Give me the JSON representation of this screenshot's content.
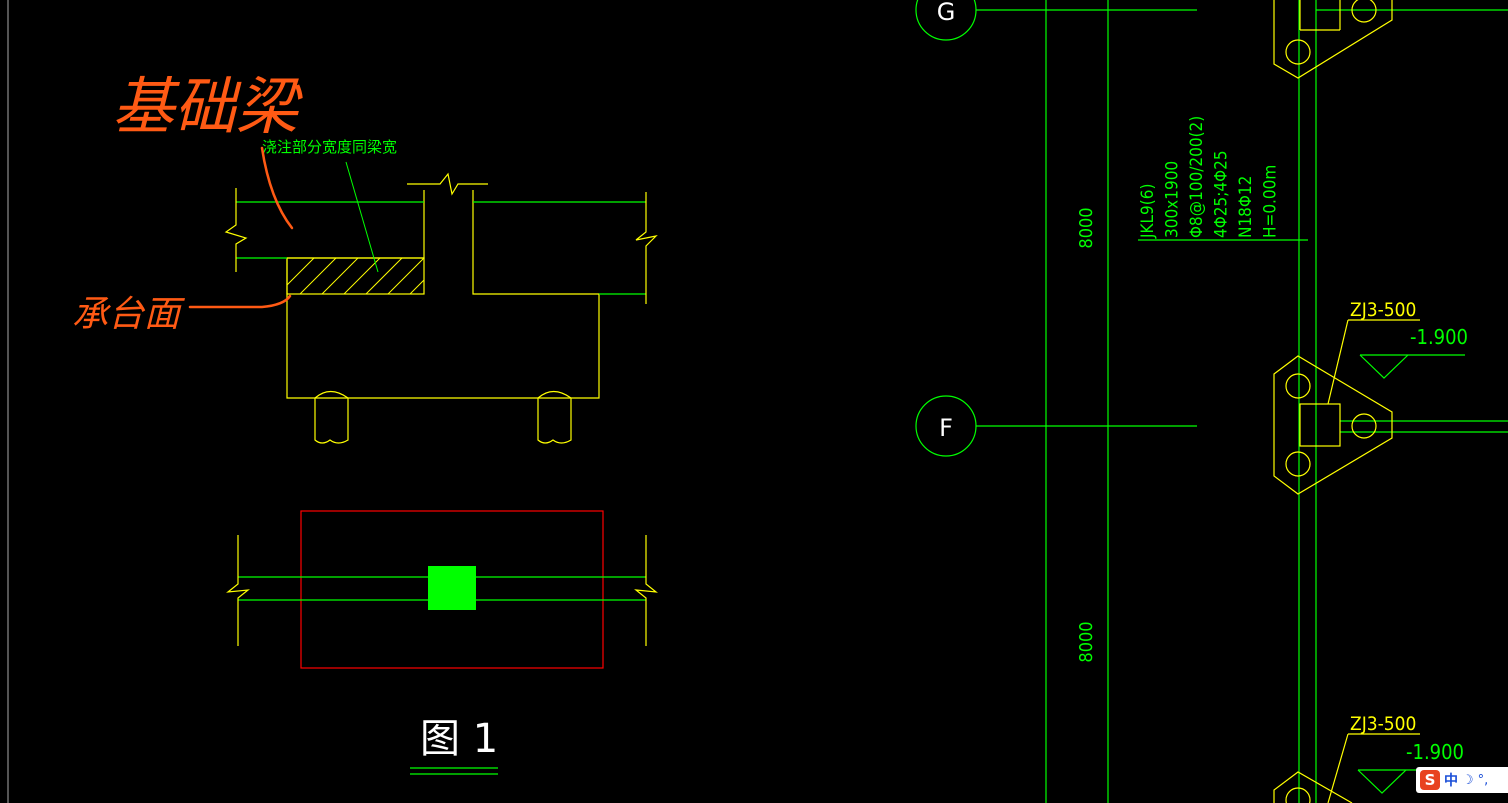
{
  "annotations": {
    "beam_label": "基础梁",
    "cap_label": "承台面"
  },
  "section_detail": {
    "note": "浇注部分宽度同梁宽"
  },
  "figure": {
    "title": "图 1"
  },
  "grid_axes": {
    "top": "G",
    "middle": "F"
  },
  "dimensions": {
    "upper": "8000",
    "lower": "8000"
  },
  "beam_spec": {
    "lines": [
      "JKL9(6)",
      "300x1900",
      "Φ8@100/200(2)",
      "4Φ25;4Φ25",
      "N18Φ12",
      "H=0.00m"
    ]
  },
  "foundations": {
    "upper_tag": "ZJ3-500",
    "upper_elev": "-1.900",
    "lower_tag": "ZJ3-500",
    "lower_elev": "-1.900"
  },
  "ime": {
    "logo": "S",
    "lang": "中",
    "moon": "☽",
    "punct": "°,"
  },
  "colors": {
    "background": "#000000",
    "line_green": "#00ff00",
    "line_yellow": "#ffff00",
    "line_red": "#ff0000",
    "ink_orange": "#ff5a14",
    "column_fill": "#00ff00"
  }
}
